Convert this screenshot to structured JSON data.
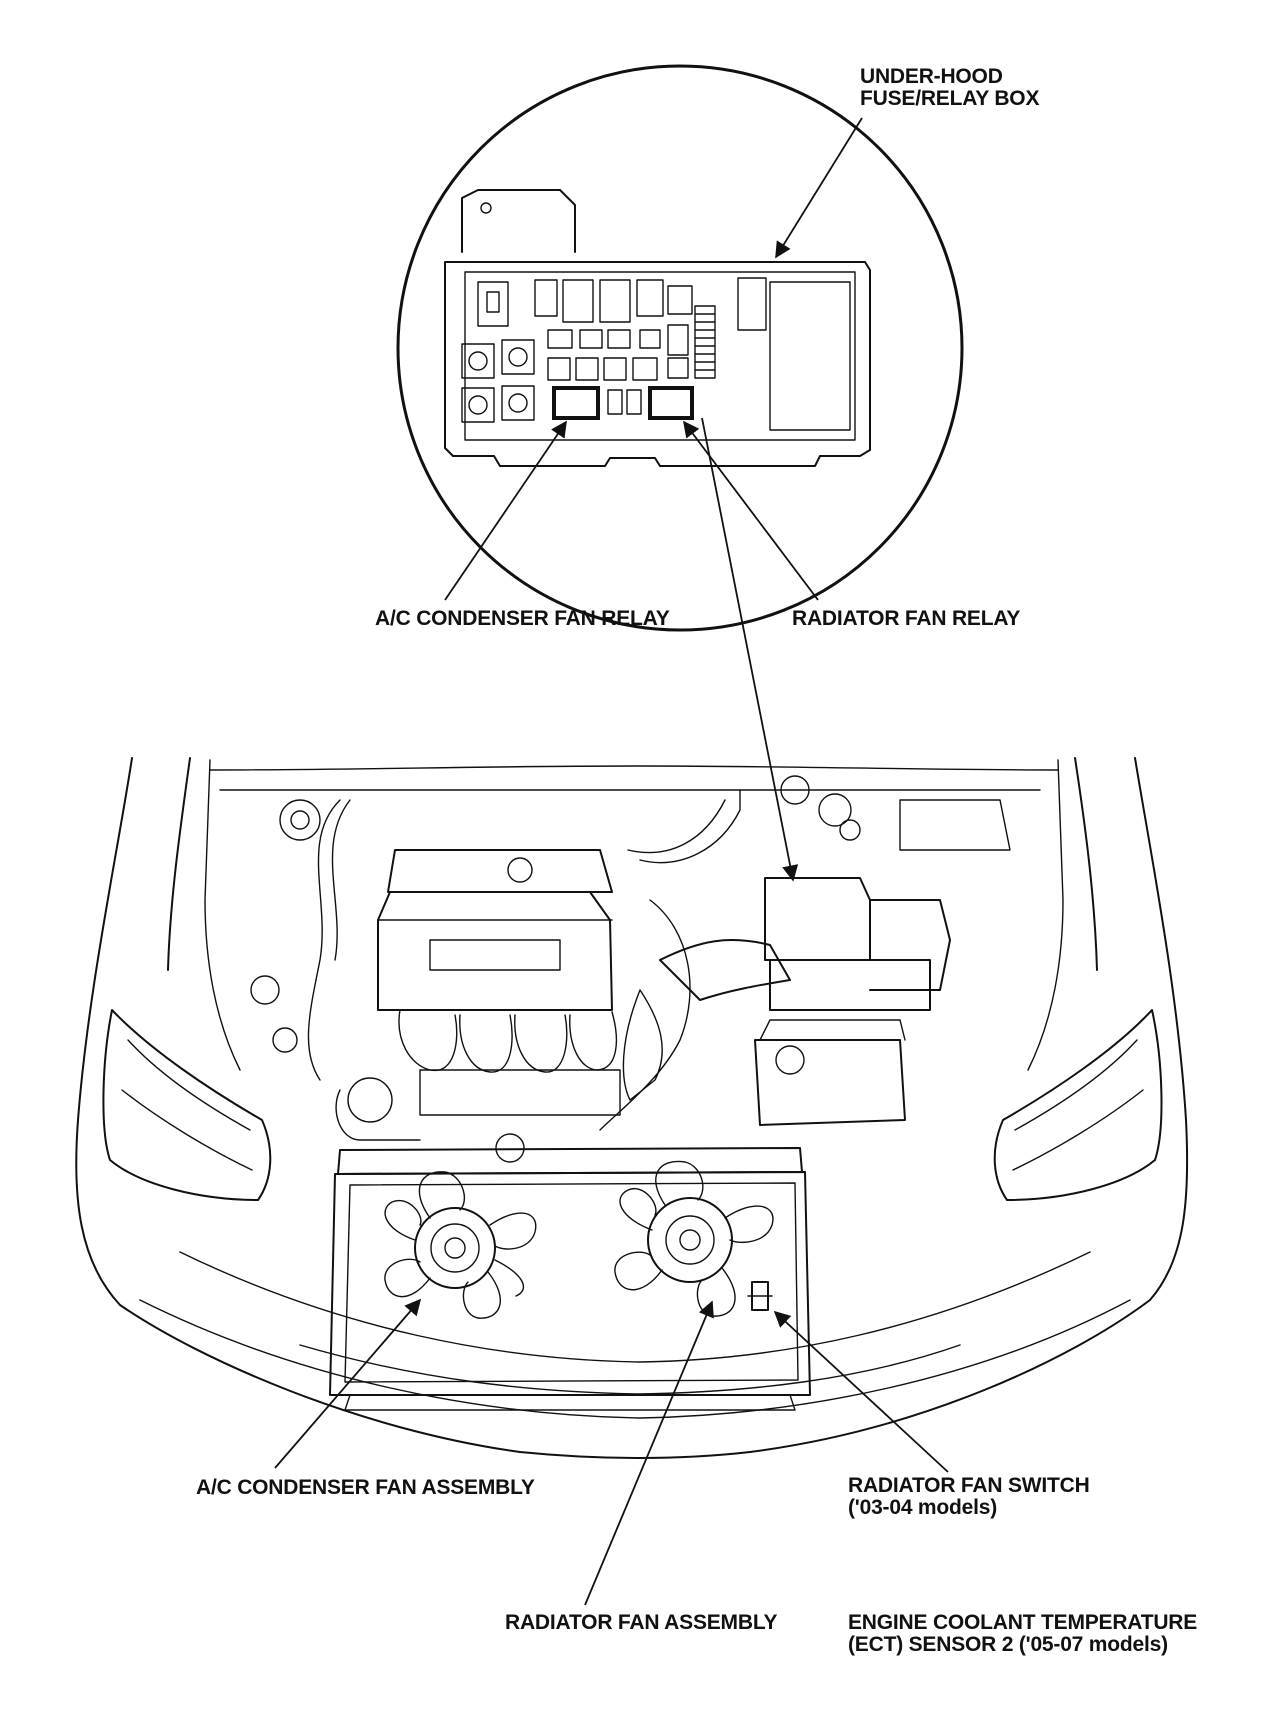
{
  "callouts": {
    "fuse_box": [
      "UNDER-HOOD",
      "FUSE/RELAY BOX"
    ],
    "ac_relay": "A/C CONDENSER FAN RELAY",
    "rad_relay": "RADIATOR FAN RELAY",
    "ac_fan_assembly": "A/C CONDENSER FAN ASSEMBLY",
    "rad_fan_switch": [
      "RADIATOR FAN SWITCH",
      "('03-04 models)"
    ],
    "rad_fan_assembly": "RADIATOR FAN ASSEMBLY",
    "ect_sensor": [
      "ENGINE COOLANT TEMPERATURE",
      "(ECT) SENSOR 2 ('05-07 models)"
    ]
  }
}
